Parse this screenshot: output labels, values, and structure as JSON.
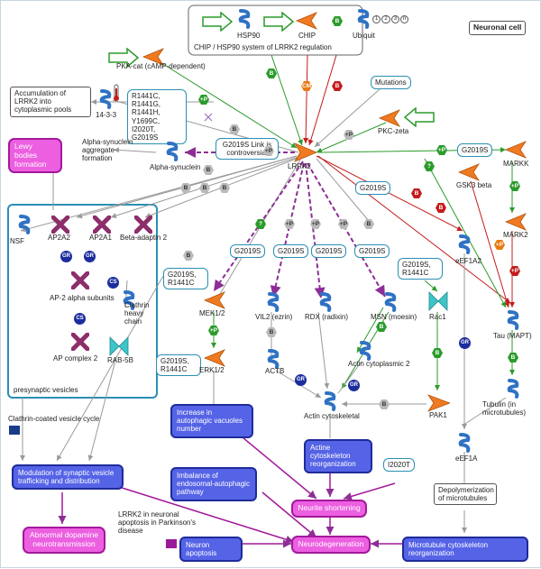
{
  "title": "Neuronal cell",
  "chip": {
    "hsp90": "HSP90",
    "chip": "CHIP",
    "ubiquit": "Ubiquit",
    "ub_labels": [
      "1",
      "2",
      "3",
      "n"
    ],
    "caption": "CHIP / HSP90 system of LRRK2 regulation"
  },
  "nodes": {
    "pka": "PKA-cat (cAMP-dependent)",
    "accumulation": "Accumulation of LRRK2 into cytoplasmic pools",
    "protein1433": "14-3-3",
    "mutations_list": "R1441C, R1441G, R1441H, Y1699C, I2020T, G2019S",
    "mutations": "Mutations",
    "pkc": "PKC-zeta",
    "lrrk2": "LRRK2",
    "alpha_syn": "Alpha-synuclein",
    "alpha_agg": "Alpha-synuclein aggregate formation",
    "g2019s_link": "G2019S Link is controversial",
    "lewy": "Lewy bodies formation",
    "g2019s_markk": "G2019S",
    "markk": "MARKK",
    "gsk3": "GSK3 beta",
    "mark2": "MARK2",
    "g2019s_mid": "G2019S",
    "eef1a2": "eEF1A2",
    "nsf": "NSF",
    "ap2a2": "AP2A2",
    "ap2a1": "AP2A1",
    "beta_adaptin": "Beta-adaptin 2",
    "ap2_alpha": "AP-2 alpha subunits",
    "ap_complex": "AP complex 2",
    "presynaptic": "presynaptic vesicles",
    "g2019s_1": "G2019S",
    "g2019s_2": "G2019S",
    "g2019s_3": "G2019S",
    "g2019s_4": "G2019S",
    "g2019s_r1441c_a": "G2019S, R1441C",
    "g2019s_r1441c_b": "G2019S, R1441C",
    "g2019s_r1441c_c": "G2019S, R1441C",
    "clathrin": "Clathrin heavy chain",
    "rab5b": "RAB-5B",
    "mek": "MEK1/2",
    "erk": "ERK1/2",
    "vil2": "VIL2 (ezrin)",
    "rdx": "RDX (radixin)",
    "msn": "MSN (moesin)",
    "rac1": "Rac1",
    "tau": "Tau (MAPT)",
    "actb": "ACTB",
    "actin_cyto2": "Actin cytoplasmic 2",
    "actin_cytoskeletal": "Actin cytoskeletal",
    "pak1": "PAK1",
    "tubulin": "Tubulin (in microtubules)",
    "eef1a": "eEF1A",
    "i2020t": "I2020T",
    "clathrin_cycle": "Clathrin-coated vesicle cycle",
    "increase_autophagic": "Increase in autophagic vacuoles number",
    "actine_reorg": "Actine cytoskeleton reorganization",
    "modulation": "Modulation of synaptic vesicle trafficking and distribution",
    "imbalance": "Imbalance of endosomal-autophagic pathway",
    "depolymerization": "Depolymerization of microtubules",
    "neurite": "Neurite shortening",
    "abnormal": "Abnormal dopamine neurotransmission",
    "lrrk2_apoptosis": "LRRK2 in neuronal apoptosis in Parkinson's disease",
    "neuron_apoptosis": "Neuron apoptosis",
    "neurodegeneration": "Neurodegeneration",
    "microtubule_reorg": "Microtubule cytoskeleton reorganization"
  },
  "badges": {
    "plus_p": "+P",
    "b": "B",
    "q": "?",
    "cm": "CM",
    "gr": "GR",
    "cs": "CS"
  },
  "colors": {
    "activation": "#2b9b2b",
    "inhibition": "#c41c1c",
    "unspecified": "#9a9a9a",
    "lrrk2_link": "#8d2e96",
    "process": "#5563e6",
    "disease": "#ec5fe0",
    "protein": "#2f72c4",
    "kinase": "#f07a21"
  },
  "icons": {
    "protein": "blue-coil-icon",
    "kinase": "orange-fish-icon",
    "complex": "magenta-x-icon",
    "gtpase": "cyan-bowtie-icon",
    "ligand": "white-arrow-icon"
  }
}
